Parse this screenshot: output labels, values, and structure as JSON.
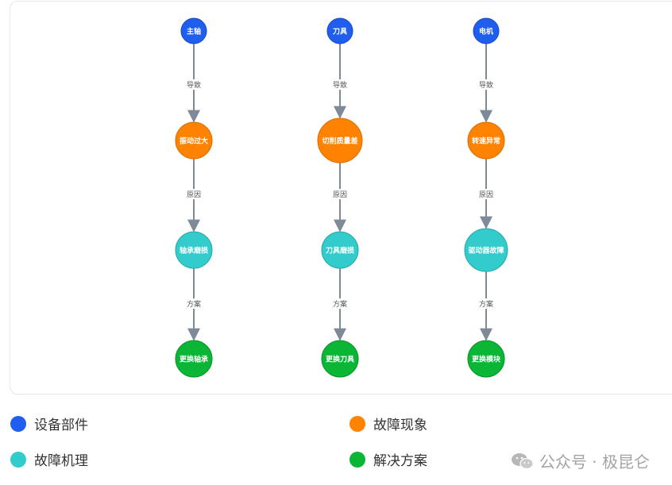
{
  "colors": {
    "equipment": "#1f5eef",
    "phenomenon": "#ff8200",
    "mechanism": "#33cccc",
    "solution": "#0bb535",
    "edge": "#7f8a99"
  },
  "graph": {
    "columns": [
      {
        "nodes": [
          {
            "label": "主轴",
            "type": "equipment"
          },
          {
            "label": "振动过大",
            "type": "phenomenon"
          },
          {
            "label": "轴承磨损",
            "type": "mechanism"
          },
          {
            "label": "更换轴承",
            "type": "solution"
          }
        ],
        "edges": [
          "导致",
          "原因",
          "方案"
        ]
      },
      {
        "nodes": [
          {
            "label": "刀具",
            "type": "equipment"
          },
          {
            "label": "切削质量差",
            "type": "phenomenon"
          },
          {
            "label": "刀具磨损",
            "type": "mechanism"
          },
          {
            "label": "更换刀具",
            "type": "solution"
          }
        ],
        "edges": [
          "导致",
          "原因",
          "方案"
        ]
      },
      {
        "nodes": [
          {
            "label": "电机",
            "type": "equipment"
          },
          {
            "label": "转速异常",
            "type": "phenomenon"
          },
          {
            "label": "驱动器故障",
            "type": "mechanism"
          },
          {
            "label": "更换模块",
            "type": "solution"
          }
        ],
        "edges": [
          "导致",
          "原因",
          "方案"
        ]
      }
    ]
  },
  "legend": [
    {
      "label": "设备部件",
      "type": "equipment"
    },
    {
      "label": "故障现象",
      "type": "phenomenon"
    },
    {
      "label": "故障机理",
      "type": "mechanism"
    },
    {
      "label": "解决方案",
      "type": "solution"
    }
  ],
  "watermark": {
    "text": "公众号 · 极昆仑",
    "icon": "wechat-icon"
  }
}
